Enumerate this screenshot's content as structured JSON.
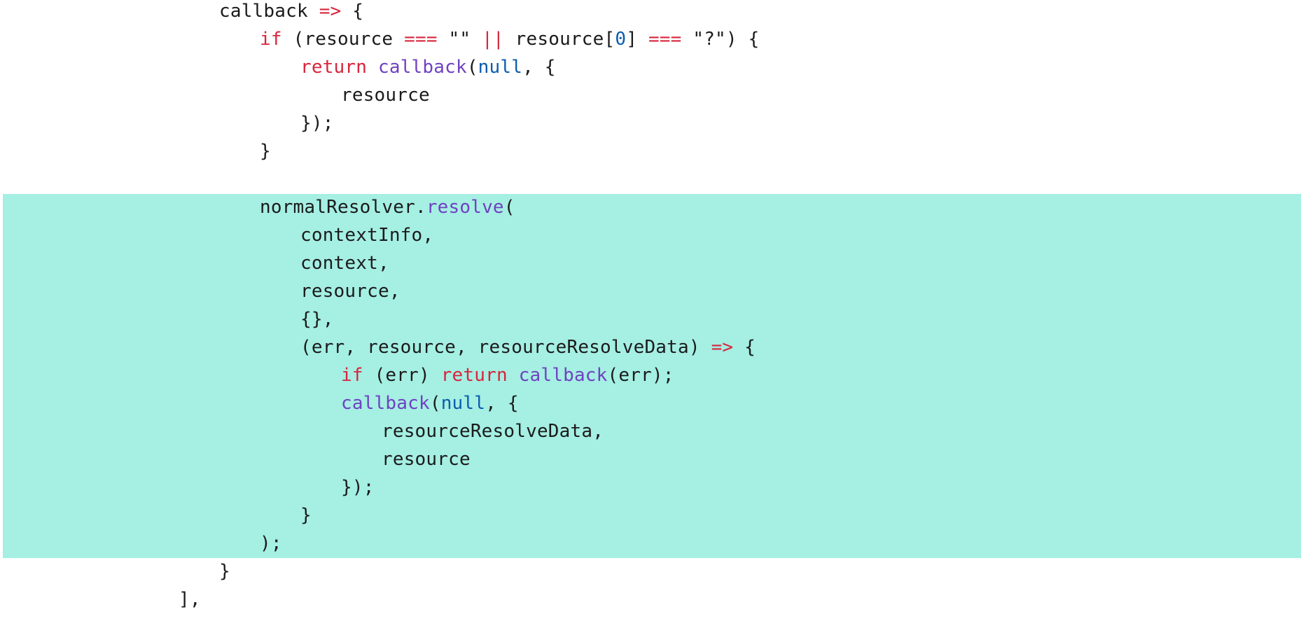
{
  "colors": {
    "highlight_background": "#a5efe3",
    "keyword": "#d7263d",
    "operator": "#d7263d",
    "function": "#6f42c1",
    "literal": "#0b5cad",
    "text": "#1b1b1b"
  },
  "lines": [
    {
      "tokens": [
        {
          "t": "callback ",
          "k": "plain"
        },
        {
          "t": "=>",
          "k": "operator"
        },
        {
          "t": " {",
          "k": "plain"
        }
      ]
    },
    {
      "tokens": [
        {
          "t": "if",
          "k": "keyword"
        },
        {
          "t": " (resource ",
          "k": "plain"
        },
        {
          "t": "===",
          "k": "operator"
        },
        {
          "t": " \"\" ",
          "k": "string"
        },
        {
          "t": "||",
          "k": "operator"
        },
        {
          "t": " resource[",
          "k": "plain"
        },
        {
          "t": "0",
          "k": "literal"
        },
        {
          "t": "] ",
          "k": "plain"
        },
        {
          "t": "===",
          "k": "operator"
        },
        {
          "t": " \"?\") {",
          "k": "string"
        }
      ]
    },
    {
      "tokens": [
        {
          "t": "return",
          "k": "keyword"
        },
        {
          "t": " ",
          "k": "plain"
        },
        {
          "t": "callback",
          "k": "func"
        },
        {
          "t": "(",
          "k": "plain"
        },
        {
          "t": "null",
          "k": "literal"
        },
        {
          "t": ", {",
          "k": "plain"
        }
      ]
    },
    {
      "tokens": [
        {
          "t": "resource",
          "k": "plain"
        }
      ]
    },
    {
      "tokens": [
        {
          "t": "});",
          "k": "plain"
        }
      ]
    },
    {
      "tokens": [
        {
          "t": "}",
          "k": "plain"
        }
      ]
    },
    {
      "tokens": []
    },
    {
      "tokens": [
        {
          "t": "normalResolver.",
          "k": "plain"
        },
        {
          "t": "resolve",
          "k": "func"
        },
        {
          "t": "(",
          "k": "plain"
        }
      ]
    },
    {
      "tokens": [
        {
          "t": "contextInfo,",
          "k": "plain"
        }
      ]
    },
    {
      "tokens": [
        {
          "t": "context,",
          "k": "plain"
        }
      ]
    },
    {
      "tokens": [
        {
          "t": "resource,",
          "k": "plain"
        }
      ]
    },
    {
      "tokens": [
        {
          "t": "{},",
          "k": "plain"
        }
      ]
    },
    {
      "tokens": [
        {
          "t": "(err, resource, resourceResolveData) ",
          "k": "plain"
        },
        {
          "t": "=>",
          "k": "operator"
        },
        {
          "t": " {",
          "k": "plain"
        }
      ]
    },
    {
      "tokens": [
        {
          "t": "if",
          "k": "keyword"
        },
        {
          "t": " (err) ",
          "k": "plain"
        },
        {
          "t": "return",
          "k": "keyword"
        },
        {
          "t": " ",
          "k": "plain"
        },
        {
          "t": "callback",
          "k": "func"
        },
        {
          "t": "(err);",
          "k": "plain"
        }
      ]
    },
    {
      "tokens": [
        {
          "t": "callback",
          "k": "func"
        },
        {
          "t": "(",
          "k": "plain"
        },
        {
          "t": "null",
          "k": "literal"
        },
        {
          "t": ", {",
          "k": "plain"
        }
      ]
    },
    {
      "tokens": [
        {
          "t": "resourceResolveData,",
          "k": "plain"
        }
      ]
    },
    {
      "tokens": [
        {
          "t": "resource",
          "k": "plain"
        }
      ]
    },
    {
      "tokens": [
        {
          "t": "});",
          "k": "plain"
        }
      ]
    },
    {
      "tokens": [
        {
          "t": "}",
          "k": "plain"
        }
      ]
    },
    {
      "tokens": [
        {
          "t": ");",
          "k": "plain"
        }
      ]
    },
    {
      "tokens": [
        {
          "t": "}",
          "k": "plain"
        }
      ]
    },
    {
      "tokens": [
        {
          "t": "],",
          "k": "plain"
        }
      ]
    }
  ]
}
